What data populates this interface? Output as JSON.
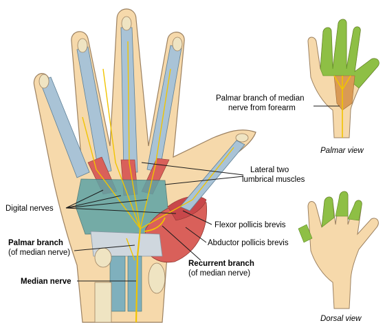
{
  "labels": {
    "palmar_branch_forearm": [
      "Palmar branch of median",
      "nerve from forearm"
    ],
    "lateral_lumbricals": [
      "Lateral two",
      "lumbrical muscles"
    ],
    "digital_nerves": "Digital nerves",
    "flexor_pollicis_brevis": "Flexor pollicis brevis",
    "abductor_pollicis_brevis": "Abductor pollicis brevis",
    "palmar_branch": "Palmar branch",
    "palmar_branch_sub": "(of median nerve)",
    "recurrent_branch": "Recurrent branch",
    "recurrent_branch_sub": "(of median nerve)",
    "median_nerve": "Median nerve"
  },
  "views": {
    "palmar": "Palmar view",
    "dorsal": "Dorsal view"
  },
  "colors": {
    "skin": "#f6d9ab",
    "skin_outline": "#9b8060",
    "sensory_area": "#8ebf45",
    "palmar_area": "#d99a55",
    "nerve": "#f1c400",
    "tendon": "#a9c3d6",
    "muscle": "#d9605a",
    "bone": "#efe4c2",
    "teal_muscle": "#5ea4a6"
  }
}
